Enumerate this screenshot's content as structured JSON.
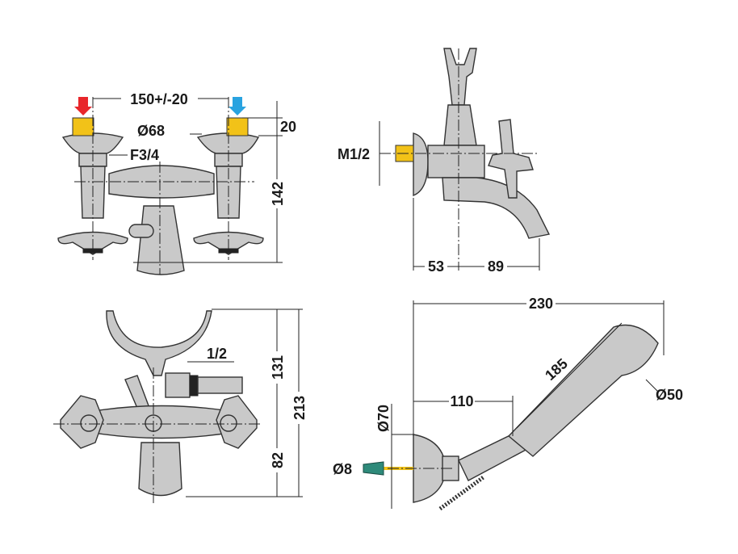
{
  "title": "Bath mixer technical drawing",
  "colors": {
    "hot": "#e8262b",
    "cold": "#29a3e0",
    "fitting": "#f2c218",
    "body": "#c9c9c9",
    "hose_pin": "#2e8a7a"
  },
  "views": {
    "front": {
      "spacing": "150+/-20",
      "flange_diameter": "Ø68",
      "fitting_height": "20",
      "thread": "F3/4",
      "height": "142"
    },
    "side": {
      "thread": "M1/2",
      "depth_wall": "53",
      "spout_reach": "89"
    },
    "top": {
      "outlet": "1/2",
      "upper": "131",
      "total": "213",
      "lower": "82"
    },
    "shower": {
      "total_length": "230",
      "handle_length": "185",
      "bracket_depth": "110",
      "head_diameter": "Ø50",
      "bracket_diameter": "Ø70",
      "anchor": "Ø8"
    }
  }
}
